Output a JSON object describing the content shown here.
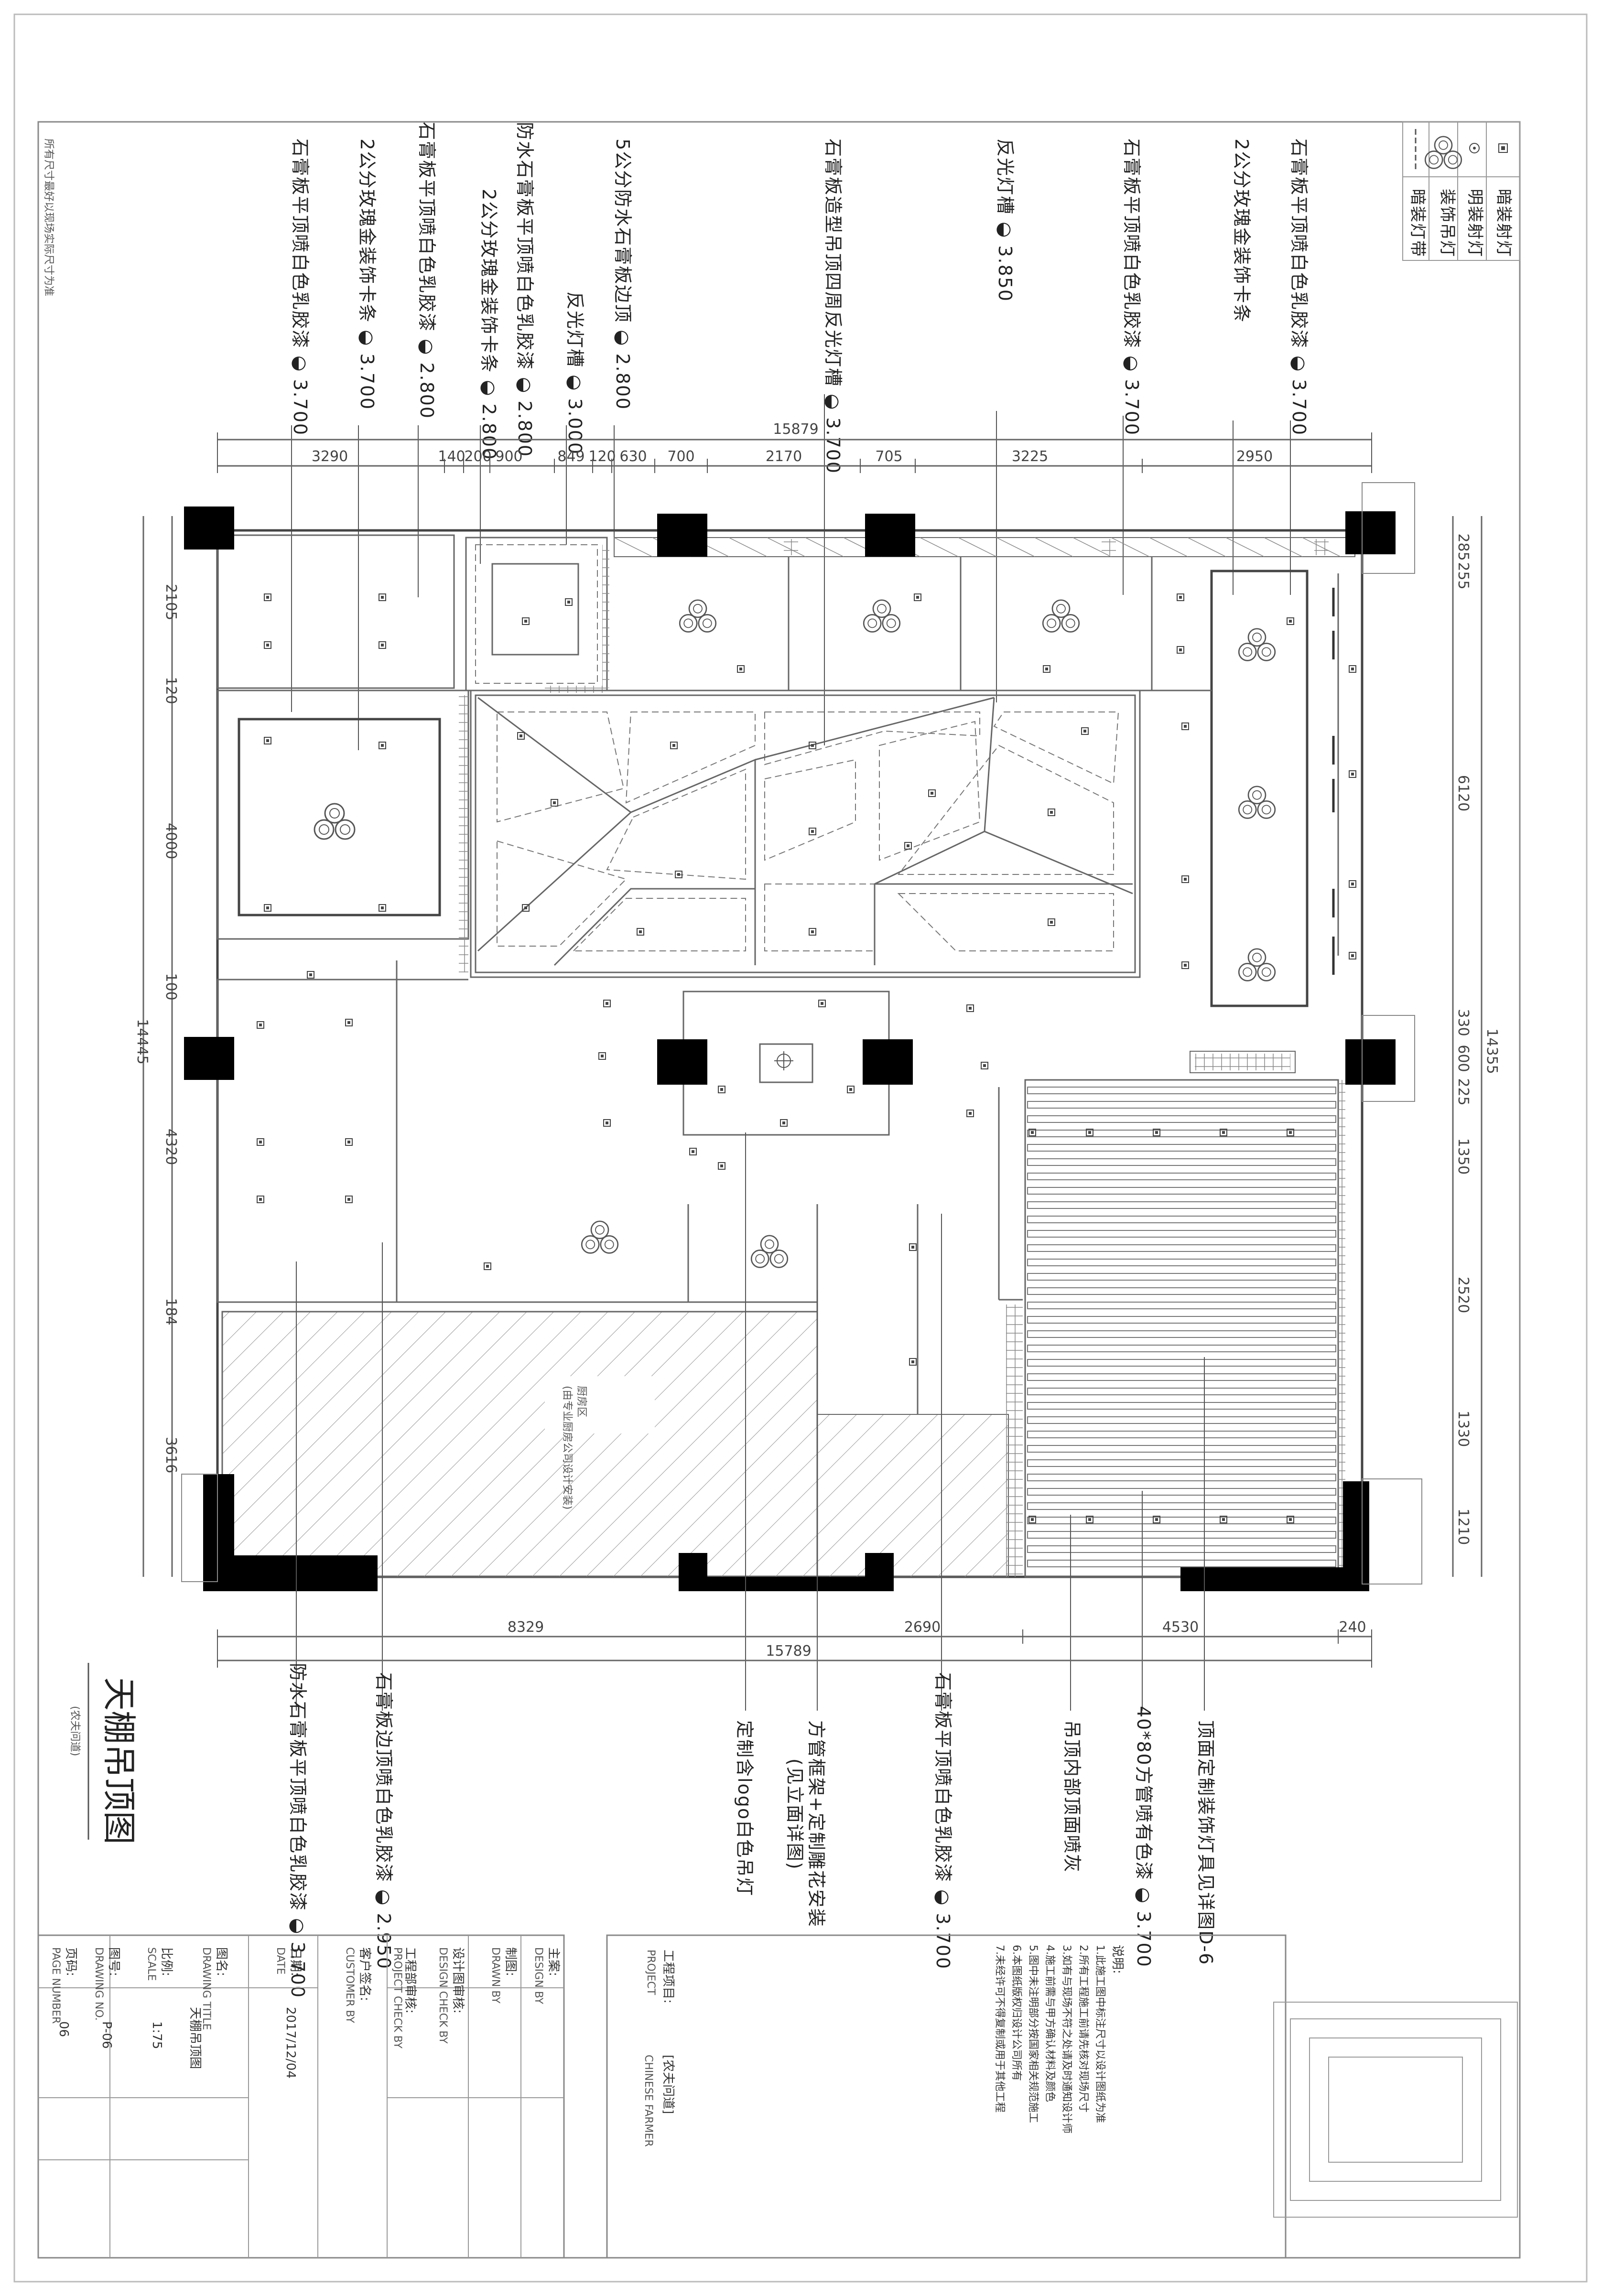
{
  "page": {
    "side_note": "所有尺寸最好以现场实际尺寸为准",
    "title": "天棚吊顶图",
    "subtitle": "(农夫问道)"
  },
  "legend": {
    "items": [
      {
        "icon": "downlight-icon",
        "label": "暗装射灯"
      },
      {
        "icon": "spotlight-icon",
        "label": "明装射灯"
      },
      {
        "icon": "chandelier-icon",
        "label": "装饰吊灯"
      },
      {
        "icon": "light-strip-icon",
        "label": "暗装灯带"
      }
    ]
  },
  "annotations_top": [
    "石膏板平顶喷白色乳胶漆 ◒ 3.700",
    "2公分玫瑰金装饰卡条",
    "石膏板平顶喷白色乳胶漆 ◒ 3.700",
    "反光灯槽 ◒ 3.850",
    "石膏板造型吊顶四周反光灯槽 ◒ 3.700",
    "5公分防水石膏板边顶 ◒ 2.800",
    "反光灯槽 ◒ 3.000",
    "2公分玫瑰金装饰卡条 ◒ 2.800",
    "防水石膏板平顶喷白色乳胶漆 ◒ 2.800",
    "石膏板平顶喷白色乳胶漆 ◒ 2.800",
    "2公分玫瑰金装饰卡条 ◒ 3.700"
  ],
  "annotations_bottom": [
    "防水石膏板平顶喷白色乳胶漆 ◒ 3.700",
    "石膏板边顶喷白色乳胶漆 ◒ 2.950",
    "定制含logo白色吊灯",
    "方管框架+定制雕花安装",
    "(见立面详图)",
    "石膏板平顶喷白色乳胶漆 ◒ 3.700",
    "吊顶内部顶面喷灰",
    "40*80方管喷有色漆 ◒ 3.700",
    "顶面定制装饰灯具见详图D-6"
  ],
  "dimensions_top": {
    "overall": "15879",
    "segments": [
      "3290",
      "140",
      "200",
      "900",
      "849",
      "120",
      "630",
      "700",
      "2170",
      "705",
      "3225",
      "2950"
    ]
  },
  "dimensions_bottom": {
    "overall": "15789",
    "segments": [
      "8329",
      "2690",
      "4530",
      "240"
    ]
  },
  "dimensions_left": {
    "overall": "14445",
    "segments": [
      "2105",
      "120",
      "4000",
      "100",
      "4320",
      "184",
      "3616"
    ]
  },
  "dimensions_right": {
    "overall": "14355",
    "segments": [
      "285",
      "255",
      "6120",
      "330",
      "600",
      "225",
      "1350",
      "2520",
      "1330",
      "1210"
    ]
  },
  "plan_labels": {
    "hatched_area": "厨房区",
    "hatched_note": "(由专业厨房公司设计安装)"
  },
  "notes": {
    "heading": "说明:",
    "lines": [
      "1.此施工图中标注尺寸以设计图纸为准",
      "2.所有工程施工前请先核对现场尺寸",
      "3.如有与现场不符之处请及时通知设计师",
      "4.施工前需与甲方确认材料及颜色",
      "5.图中未注明部分按国家相关规范施工",
      "6.本图纸版权归设计公司所有",
      "7.未经许可不得复制或用于其他工程"
    ]
  },
  "title_block": {
    "project_label": "工程项目:",
    "project_label_en": "PROJECT",
    "project_name": "[农夫问道]",
    "project_name_en": "CHINESE FARMER",
    "rows": [
      {
        "label": "主案:",
        "en": "DESIGN BY",
        "value": ""
      },
      {
        "label": "制图:",
        "en": "DRAWN BY",
        "value": ""
      },
      {
        "label": "设计图审核:",
        "en": "DESIGN CHECK BY",
        "value": ""
      },
      {
        "label": "工程部审核:",
        "en": "PROJECT CHECK BY",
        "value": ""
      },
      {
        "label": "客户签名:",
        "en": "CUSTOMER BY",
        "value": ""
      },
      {
        "label": "日期:",
        "en": "DATE",
        "value": "2017/12/04"
      },
      {
        "label": "图名:",
        "en": "DRAWING TITLE",
        "value": "天棚吊顶图"
      },
      {
        "label": "比例:",
        "en": "SCALE",
        "value": "1:75"
      },
      {
        "label": "图号:",
        "en": "DRAWING NO.",
        "value": "P-06"
      },
      {
        "label": "页码:",
        "en": "PAGE NUMBER",
        "value": "06"
      }
    ]
  }
}
